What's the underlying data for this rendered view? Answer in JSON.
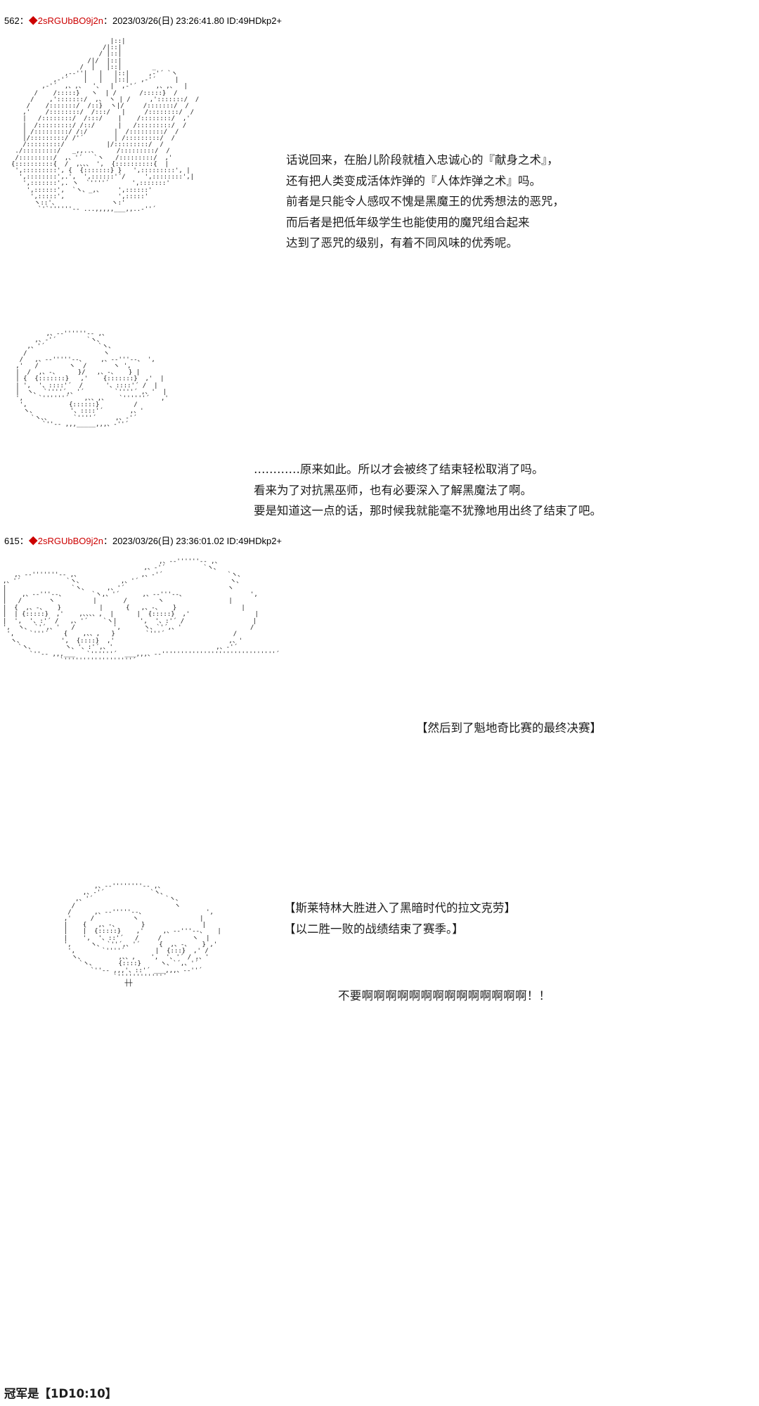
{
  "page": {
    "board_style": "2ch-ascii-thread",
    "background": "#ffffff",
    "text_color": "#1c1c1c",
    "trip_color": "#cc0000"
  },
  "posts": [
    {
      "number": "562",
      "separator": "：",
      "diamond": "◆",
      "tripcode": "2sRGUbBO9j2n",
      "date": "2023/03/26(日) 23:26:41.80",
      "id": "ID:49HDkp2+"
    },
    {
      "number": "615",
      "separator": "：",
      "diamond": "◆",
      "tripcode": "2sRGUbBO9j2n",
      "date": "2023/03/26(日) 23:36:01.02",
      "id": "ID:49HDkp2+"
    }
  ],
  "dialogue_1": {
    "lines": [
      "话说回来，在胎儿阶段就植入忠诚心的『献身之术』，",
      "还有把人类变成活体炸弹的『人体炸弹之术』吗。",
      "前者是只能令人感叹不愧是黑魔王的优秀想法的恶咒，",
      "而后者是把低年级学生也能使用的魔咒组合起来",
      "达到了恶咒的级别，有着不同风味的优秀呢。"
    ]
  },
  "dialogue_2": {
    "lines": [
      "…………原来如此。所以才会被终了结束轻松取消了吗。",
      "看来为了对抗黑巫师，也有必要深入了解黑魔法了啊。",
      "要是知道这一点的话，那时候我就能毫不犹豫地用出终了结束了吧。"
    ]
  },
  "caption_1": {
    "text": "【然后到了魁地奇比赛的最终决赛】"
  },
  "dialogue_3": {
    "lines": [
      "【斯莱特林大胜进入了黑暗时代的拉文克劳】",
      "【以二胜一败的战绩结束了赛季。】"
    ]
  },
  "shout_1": {
    "text": "不要啊啊啊啊啊啊啊啊啊啊啊啊啊啊！！"
  },
  "footer": {
    "text": "冠军是【1D10:10】"
  },
  "ascii_art": {
    "art_1": "                          |::|\n                        /|::|\n                       / |::|\n                    /|/  |::|\n                  /  |   |::|        _\n              ,-‐''|   |   |::|     ,-'´ `ヽ\n           ,-'´    |   |   |::|   ,-'´     |\n        ,-'´  ,、,、  '、  |  ,-'´     ,、,、  |\n      /    /:::::}   ヽ  | /      /:::::}  /\n     /    ,':::::::/  ,、 ヽ | /     ,':::::::/  /\n    /    /:::::::/  /::}  ヽ|/     /:::::::/  /\n   ,'    /::::::::/  /:::/   |     /::::::::/  /\n   |   /::::::::/  /:::/    |    /::::::::/  ,'\n   |  /:::::::::/ /::/      |   /:::::::::/  /\n   | /:::::::::/ /:/       |  /:::::::::/  /\n   |/:::::::::/ /'´        | /:::::::::/  /\n   /:::::::::/           |/:::::::::/  /\n ./:::::::::/   _,,..、     /:::::::::/  /\n /:::::::::/  ,、'´   `ヽ   /:::::::::/  ,'\n{::::::::::{  /  ,、、、 ',  {::::::::::{  |\n ',:::::::::', {  {:::::::} }   ',:::::::::', |\n  ',::::::::',.',  ',::::::'´/     ',::::::::',|\n   ',:::::::',. ヽ  `''''´      ',:::::::'\n    ',::::::',  `ヽ、_,、    ',::::::'\n     ',:::::',              ',:::::'\n      ヽ::'、              ヽ:'\n       `'`''''''‐- ...,,,,,___,,..-''´",
    "art_2": "           ,、-‐''''''‐- ,、\n        ,、-'´        `ヽ、\n      ,、'´              `ヽ、\n     /                    ヽ\n    /   ,、-‐'''''‐-、    ,、-‐'''‐-、 ',\n   ,'   /        ヽ  /       ヽ ',\n   |  /  ,、-、     }/   ,、-、   } |\n   | {  {:::::::}   ,'    {:::::::}  ,'  |\n   | ',  '、::::'´  /      '、::::'´ /  |\n   |  ヽ、 `''''´,、'´        `''''´ ,、'  |\n   ',    `''''''´    ,、、,、   `''''''´   ,'\n    ',           {::::::}         /\n     ヽ、         '、::::'´       ,、'\n       `ヽ、、      `''''´     ,、-'´\n          `''‐- ,,,_____,,,、-''´",
    "art_3": "                                         ,、-‐''''''‐- ,、\n                                     ,、-'´          `ヽ、\n   ,、-‐'''''''‐- ,、                ,、-'´                 `ヽ、\n,、'´            `ヽ、          ,、'´                        ヽ、\n|                 `ヽ、     ,、'´                           ヽ\n|    ,、-‐'''‐-、       `ヽ,、'´      ,、-‐'''‐-、                 ',\n|   /       ヽ          |       /        ヽ                 |\n|  {  ,、-、   }          |      {   ,、-、   }                 |\n|  | {:::::}  ,'    ,、、、、,  |      |  {:::::}  ,'                 |\n|  ',  '、:'´ /   ,、'´    `ヽ|      ',  '、:'´ /                  |\n',  ヽ、 `'´,、'   /          ',      ヽ、`'´,、'                  /\n ',    `'''´    {    ,、、,   }        `'''´                  /\n  ヽ、          ',  {::::}  ,'                              ,、'\n    `ヽ、        ヽ、'、:'´,、'                           ,、-'´\n       `''‐- ,,,___   `''''''´  ___,,,、-‐''''''''''''''''''''''''''''''´\n               `''''''''''''''''''´",
    "art_4": "          ,、-‐''''''''‐- ,、\n       ,、-'´            `ヽ、\n     ,、'´                   `ヽ、\n    /                          ヽ\n   /      ,、-‐'''''‐-、                ',\n  ,'     /          ヽ                |\n  |    {   ,、-、      }               |\n  |    |  {:::::}    ,'     ,、-‐'''‐-、   |\n  |    ',  '、::'´   /     /        ヽ  |\n  ',     ヽ、 `''´,、'´     {  ,、-、   } ,'\n   ',       `''''´        |  {:::}  ,' /\n    ヽ、         ,、、,    ',  '、'´ / ,、'\n      `ヽ、      {::::}     ヽ、`´,、'´\n         `''‐- ,,,'、::'´ ___,,,、-‐''´\n               `''''''''''''´\n                  ┼┼"
  }
}
